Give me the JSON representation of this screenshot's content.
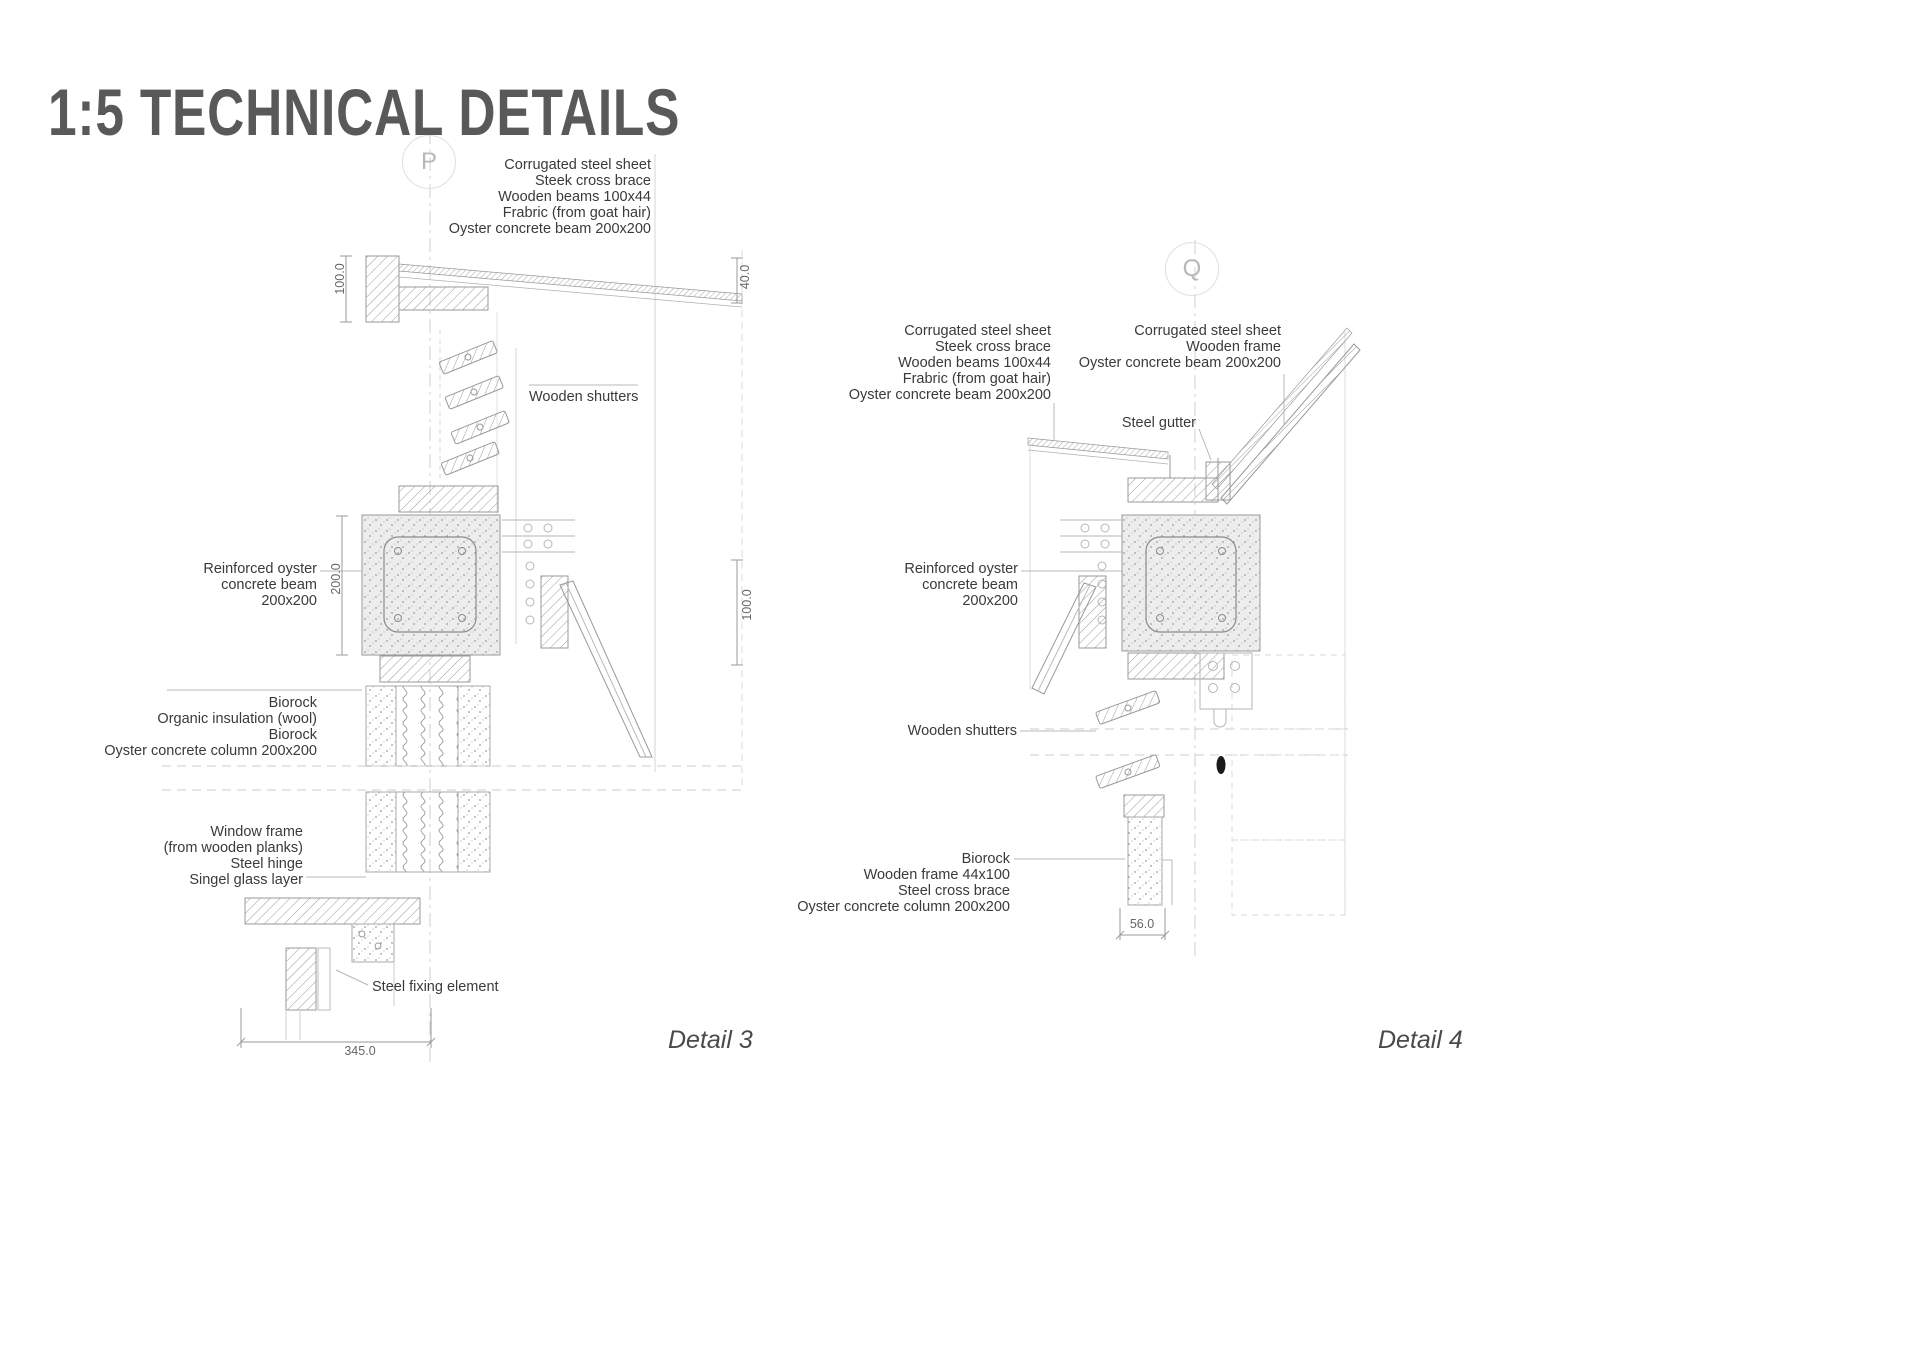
{
  "page": {
    "title": "1:5 TECHNICAL DETAILS"
  },
  "detail3": {
    "marker": "P",
    "caption": "Detail 3",
    "roof_stack": [
      "Corrugated steel sheet",
      "Steek cross brace",
      "Wooden beams 100x44",
      "Frabric (from goat hair)",
      "Oyster concrete beam 200x200"
    ],
    "wooden_shutters": "Wooden shutters",
    "beam_label": [
      "Reinforced oyster",
      "concrete beam",
      "200x200"
    ],
    "wall_stack": [
      "Biorock",
      "Organic insulation (wool)",
      "Biorock",
      "Oyster concrete column 200x200"
    ],
    "window_stack": [
      "Window frame",
      "(from wooden planks)",
      "Steel hinge",
      "Singel glass layer"
    ],
    "steel_fixing": "Steel fixing element",
    "dims": {
      "eave_height": "100.0",
      "eave_edge": "40.0",
      "beam_height": "200.0",
      "beam_right": "100.0",
      "base_width": "345.0"
    }
  },
  "detail4": {
    "marker": "Q",
    "caption": "Detail 4",
    "roof_stack_left": [
      "Corrugated steel sheet",
      "Steek cross brace",
      "Wooden beams 100x44",
      "Frabric (from goat hair)",
      "Oyster concrete beam 200x200"
    ],
    "roof_stack_right": [
      "Corrugated steel sheet",
      "Wooden frame",
      "Oyster concrete beam 200x200"
    ],
    "steel_gutter": "Steel gutter",
    "beam_label": [
      "Reinforced oyster",
      "concrete beam",
      "200x200"
    ],
    "wooden_shutters": "Wooden shutters",
    "wall_stack": [
      "Biorock",
      "Wooden frame 44x100",
      "Steel cross brace",
      "Oyster concrete column 200x200"
    ],
    "dims": {
      "column_width": "56.0"
    }
  }
}
